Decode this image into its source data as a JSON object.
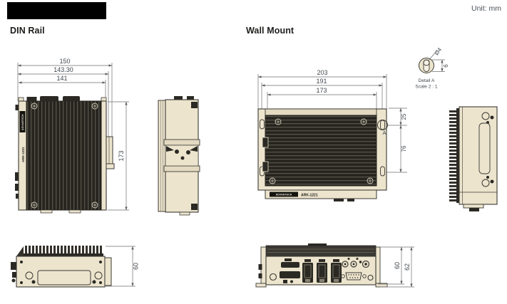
{
  "page": {
    "unit_label": "Unit: mm"
  },
  "headings": {
    "din_rail": "DIN Rail",
    "wall_mount": "Wall Mount"
  },
  "branding": {
    "logo": "ADVANTECH",
    "model": "ARK-1221"
  },
  "din_front": {
    "width_overall": "150",
    "width_mid": "143.30",
    "width_body": "141",
    "height": "173"
  },
  "wall_front": {
    "width_overall": "203",
    "width_mid": "191",
    "width_body": "173",
    "offset_top": "25",
    "slot_spacing": "76",
    "detail_marker": "A"
  },
  "detail_a": {
    "title": "Detail A",
    "scale": "Scale 2 : 1",
    "hole_diameter": "Ø4",
    "slot_length": "6"
  },
  "din_bottom": {
    "depth": "60"
  },
  "wall_bottom": {
    "depth_body": "60",
    "depth_overall": "62"
  },
  "colors": {
    "body_beige": "#ece4cd",
    "heatsink_dark": "#2b2923",
    "outline": "#3b3a35",
    "dim_line": "#6e6e6e",
    "dim_text": "#41474d",
    "redaction_bar": "#000000"
  }
}
